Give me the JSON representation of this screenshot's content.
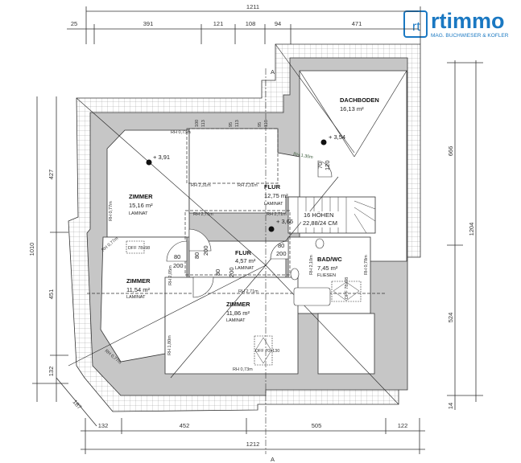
{
  "logo": {
    "brand": "rtimmo",
    "tagline": "MAG. BUCHWIESER & KOFLER",
    "color": "#1a78c2"
  },
  "dimensions": {
    "top_total": "1211",
    "top": [
      "25",
      "391",
      "121",
      "108",
      "94",
      "471"
    ],
    "bottom": [
      "132",
      "452",
      "505",
      "122"
    ],
    "bottom_total": "1212",
    "left": [
      "427",
      "451",
      "132"
    ],
    "left_total": "1010",
    "diagonal": "187",
    "right": [
      "666",
      "524",
      "14"
    ],
    "right_total": "1204"
  },
  "section_marker": "A",
  "rooms": [
    {
      "name": "DACHBODEN",
      "area": "16,13 m²",
      "floor": ""
    },
    {
      "name": "ZIMMER",
      "area": "15,16 m²",
      "floor": "LAMINAT"
    },
    {
      "name": "FLUR",
      "area": "12,75 m²",
      "floor": "LAMINAT"
    },
    {
      "name": "ZIMMER",
      "area": "11,54 m²",
      "floor": "LAMINAT"
    },
    {
      "name": "FLUR",
      "area": "4,57 m²",
      "floor": "LAMINAT"
    },
    {
      "name": "BAD/WC",
      "area": "7,45 m²",
      "floor": "FLIESEN"
    },
    {
      "name": "ZIMMER",
      "area": "11,86 m²",
      "floor": "LAMINAT"
    }
  ],
  "elevations": [
    "+ 3,91",
    "+ 3,54",
    "+ 3,66"
  ],
  "room_heights": [
    "RH 0,73m",
    "RH 2,31m",
    "RH 2,31m",
    "RH 1,30m",
    "RH 0,77m",
    "RH 2,71m",
    "RH 2,71m",
    "RH 0,77m",
    "RH 2,05m",
    "RH 2,71m",
    "RH 0,77m",
    "RH 1,80m",
    "RH 0,73m",
    "RH 2,10m",
    "RH 0,78m"
  ],
  "doors": [
    {
      "w": "80",
      "h": "200"
    },
    {
      "w": "80",
      "h": "200"
    },
    {
      "w": "80",
      "h": "200"
    },
    {
      "w": "80",
      "h": "200"
    },
    {
      "w": "70",
      "h": "120"
    }
  ],
  "windows_top": [
    "100",
    "113",
    "95",
    "113",
    "95",
    "113"
  ],
  "stair": {
    "steps": "16 HÖHEN",
    "rise": "22,88/24 CM"
  },
  "skylights": [
    "DFF 78x98",
    "DFF 78x98",
    "DFF 70x130"
  ]
}
